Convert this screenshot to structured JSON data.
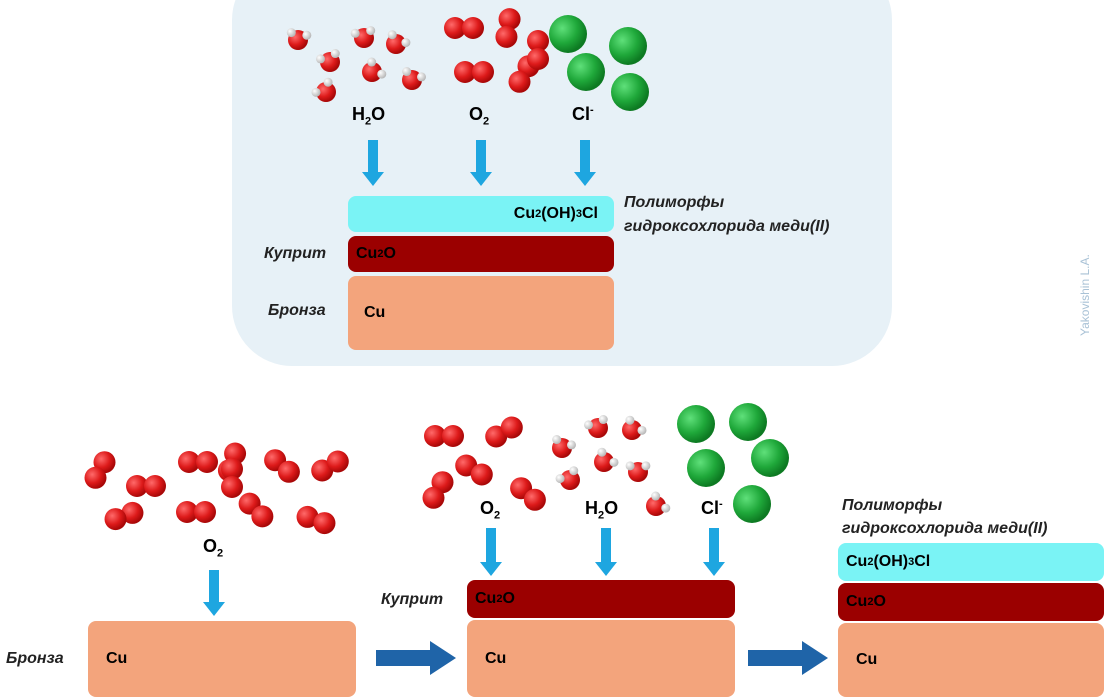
{
  "colors": {
    "panel": "#e7f1f7",
    "bronze": "#f3a47c",
    "cuprite": "#9b0000",
    "hydroxychloride": "#7af3f5",
    "arrow_small": "#1ea6e0",
    "arrow_big": "#1f64a8",
    "oxygen_atom": "#dd1a1a",
    "chlorine_ion": "#1fa83a"
  },
  "top": {
    "species": {
      "water": {
        "main": "H",
        "sub": "2",
        "tail": "O"
      },
      "oxygen": {
        "main": "O",
        "sub": "2"
      },
      "chloride": {
        "main": "Cl",
        "sup": "-"
      }
    },
    "layers": {
      "hydro": {
        "pre": "Cu",
        "s1": "2",
        "mid": "(OH)",
        "s2": "3",
        "post": "Cl"
      },
      "cuprite": {
        "pre": "Cu",
        "s1": "2",
        "post": "O"
      },
      "bronze": "Cu"
    },
    "labels": {
      "polymorphs_line1": "Полиморфы",
      "polymorphs_line2": "гидроксохлорида меди(II)",
      "cuprite": "Куприт",
      "bronze": "Бронза"
    }
  },
  "bottom": {
    "stage1": {
      "species": {
        "main": "O",
        "sub": "2"
      },
      "bronze_label": "Бронза",
      "bronze": "Cu"
    },
    "stage2": {
      "species_oxygen": {
        "main": "O",
        "sub": "2"
      },
      "species_water": {
        "main": "H",
        "sub": "2",
        "tail": "O"
      },
      "species_chloride": {
        "main": "Cl",
        "sup": "-"
      },
      "cuprite_label": "Куприт",
      "cuprite": {
        "pre": "Cu",
        "s1": "2",
        "post": "O"
      },
      "bronze": "Cu"
    },
    "stage3": {
      "polymorphs_line1": "Полиморфы",
      "polymorphs_line2": "гидроксохлорида меди(II)",
      "hydro": {
        "pre": "Cu",
        "s1": "2",
        "mid": "(OH)",
        "s2": "3",
        "post": "Cl"
      },
      "cuprite": {
        "pre": "Cu",
        "s1": "2",
        "post": "O"
      },
      "bronze": "Cu"
    }
  },
  "watermark": "Yakovishin L.A."
}
